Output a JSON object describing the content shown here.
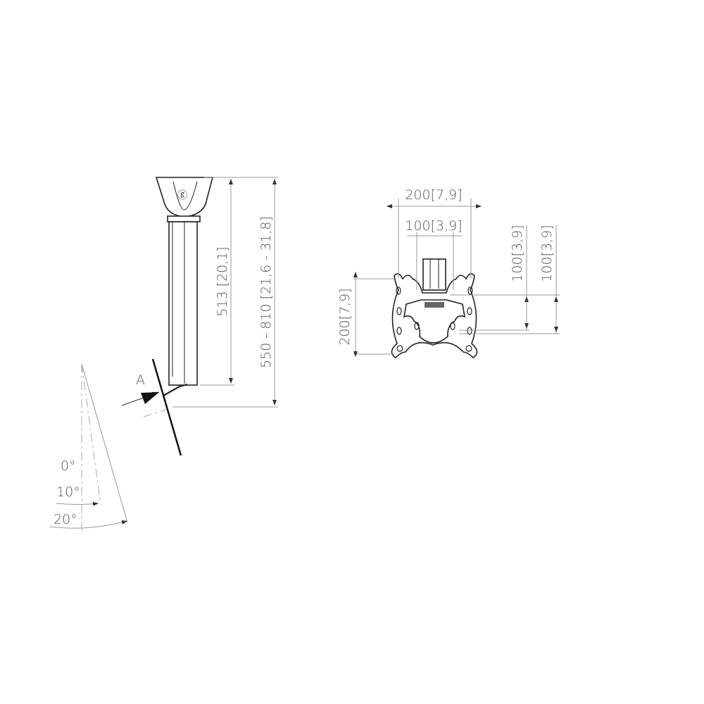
{
  "side_view": {
    "dim_pole_length": "513 [20,1]",
    "dim_total_height": "550 - 810 [21,6 - 31,8]",
    "section_label": "A",
    "tilt_angles": [
      "0°",
      "10°",
      "20°"
    ]
  },
  "front_view": {
    "dim_width_outer": "200[7,9]",
    "dim_width_inner": "100[3,9]",
    "dim_height_outer": "200[7,9]",
    "dim_height_inner_1": "100[3,9]",
    "dim_height_inner_2": "100[3,9]"
  },
  "colors": {
    "line": "#222222",
    "dimension": "#999999"
  }
}
